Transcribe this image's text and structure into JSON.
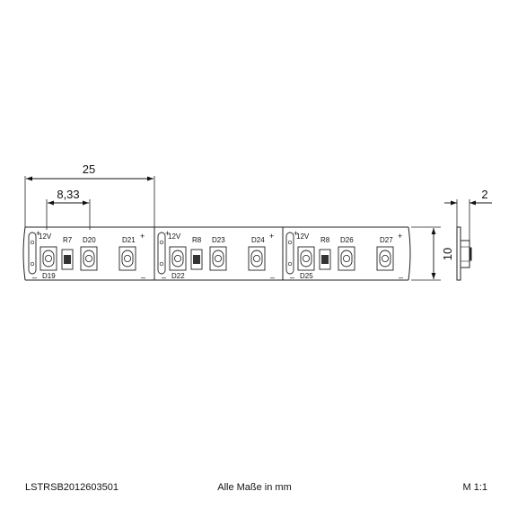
{
  "dimensions": {
    "pitch_label": "25",
    "spacing_label": "8,33",
    "width_label": "10",
    "thickness_label": "2"
  },
  "segments": [
    {
      "voltage": "12V",
      "resistor": "R7",
      "led_a": "D20",
      "led_b": "D21",
      "led_bottom": "D19"
    },
    {
      "voltage": "12V",
      "resistor": "R8",
      "led_a": "D23",
      "led_b": "D24",
      "led_bottom": "D22"
    },
    {
      "voltage": "12V",
      "resistor": "R8",
      "led_a": "D26",
      "led_b": "D27",
      "led_bottom": "D25"
    }
  ],
  "symbols": {
    "plus": "+",
    "minus": "–"
  },
  "footer": {
    "article_number": "LSTRSB2012603501",
    "units_note": "Alle Maße in mm",
    "scale": "M 1:1"
  }
}
